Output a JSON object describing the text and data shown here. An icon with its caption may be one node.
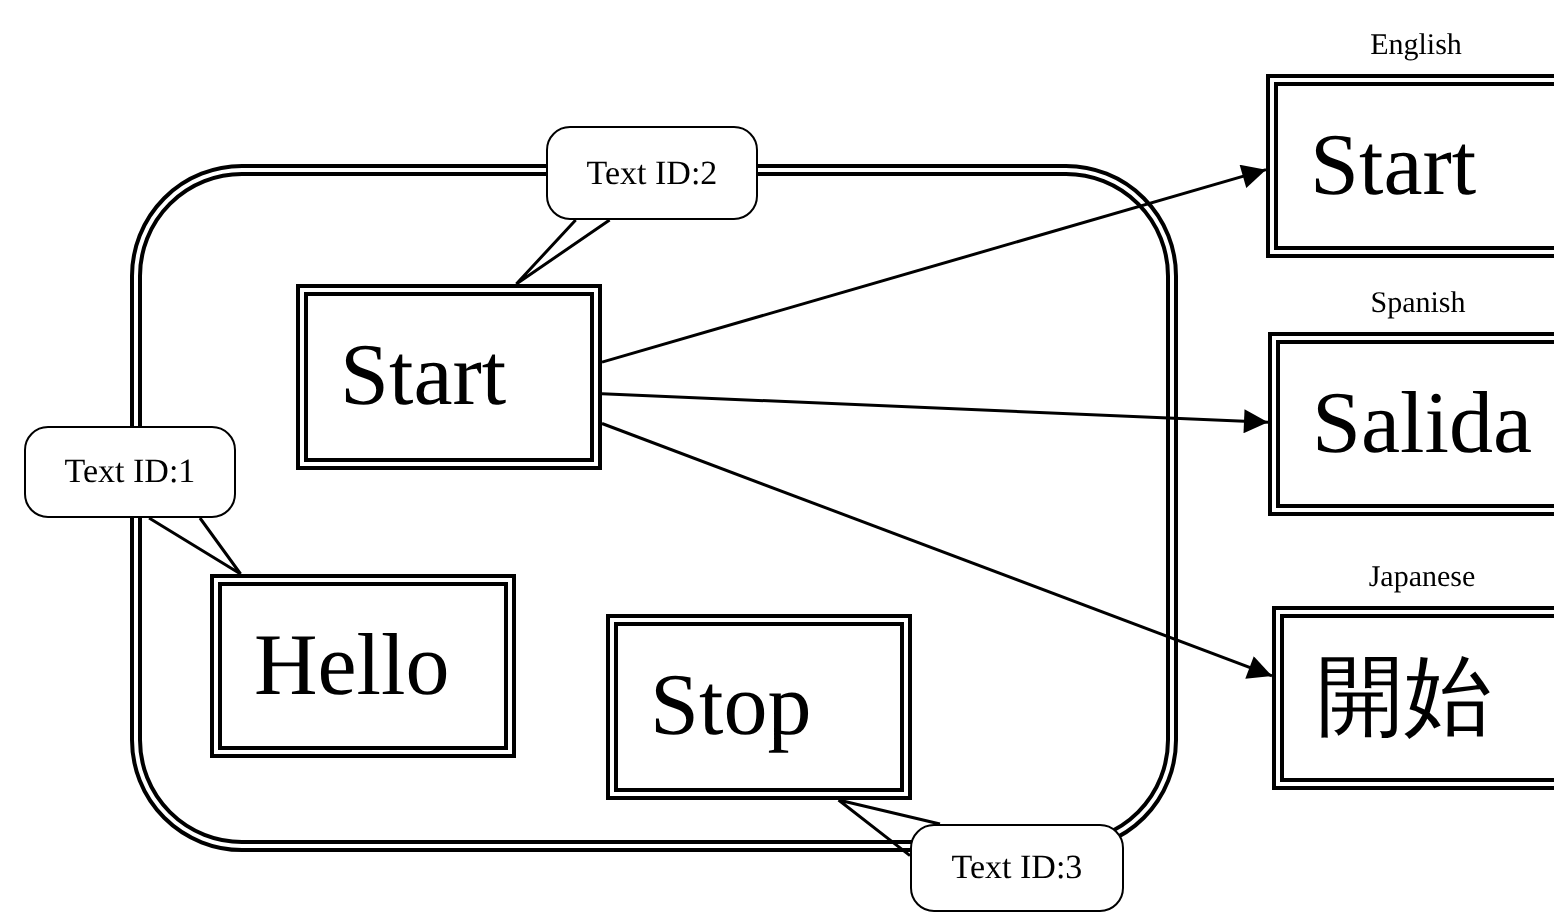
{
  "diagram": {
    "nodes": [
      {
        "text": [],
        "shape": "box"
      },
      {
        "text": [
          "Text ID:2"
        ]
      },
      {
        "text": [
          "Start"
        ],
        "in": 0
      },
      {
        "text": [
          "Text ID:1"
        ]
      },
      {
        "text": [
          "Hello"
        ],
        "in": 0
      },
      {
        "text": [
          "Stop"
        ],
        "in": 0
      },
      {
        "text": [
          "Text ID:3"
        ]
      },
      {
        "text": [
          "Start"
        ],
        "beside": [
          "English"
        ]
      },
      {
        "text": [
          "Salida"
        ],
        "beside": [
          "Spanish"
        ]
      },
      {
        "text": [
          "開始"
        ],
        "beside": [
          "Japanese"
        ]
      }
    ],
    "edges": [
      {
        "from": 1,
        "to": 2,
        "arrow": "none"
      },
      {
        "from": 3,
        "to": 4,
        "arrow": "none"
      },
      {
        "from": 6,
        "to": 5,
        "arrow": "none"
      },
      {
        "from": 2,
        "to": 7,
        "arrow": "to"
      },
      {
        "from": 2,
        "to": 8,
        "arrow": "to"
      },
      {
        "from": 2,
        "to": 9,
        "arrow": "to"
      }
    ]
  }
}
